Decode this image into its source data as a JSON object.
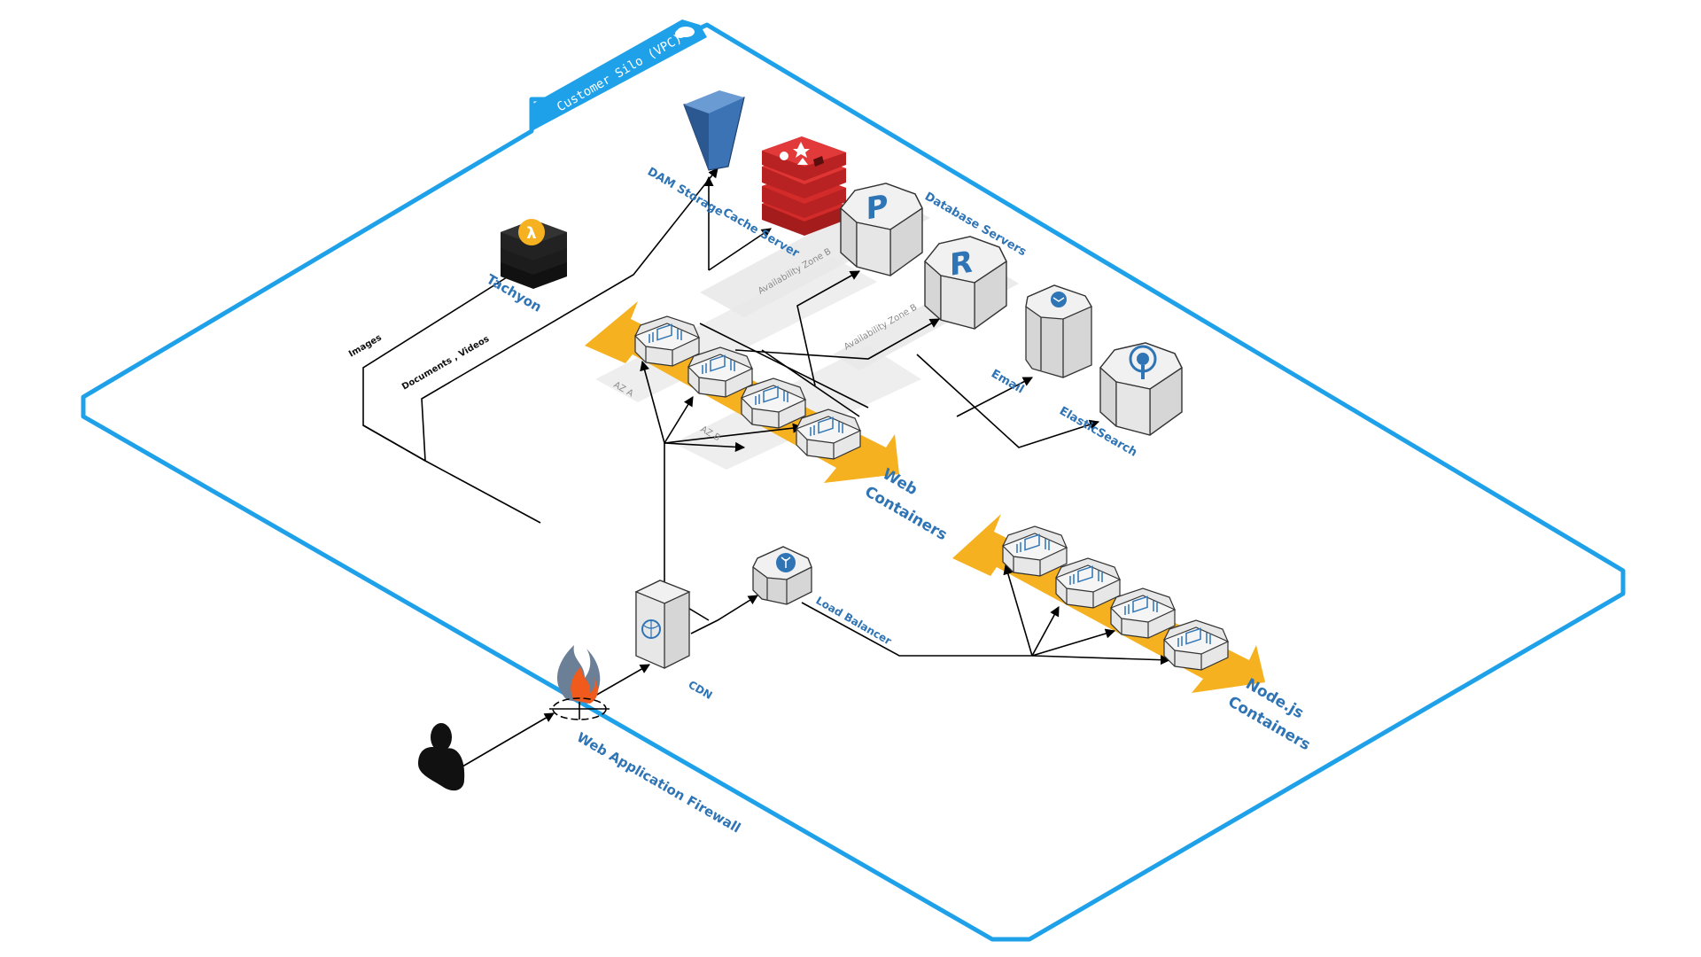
{
  "vpc": {
    "title": "Customer Silo (VPC)",
    "border_color": "#1ea1e8"
  },
  "labels": {
    "dam_storage": "DAM Storage",
    "cache_server": "Cache Server",
    "database_servers": "Database Servers",
    "tachyon": "Tachyon",
    "email": "Email",
    "elasticsearch": "ElasticSearch",
    "az_b_top": "Availability Zone B",
    "az_b_mid": "Availability Zone B",
    "az_a": "AZ A",
    "az_b_small": "AZ B",
    "web_containers_1": "Web",
    "web_containers_2": "Containers",
    "nodejs_containers_1": "Node.js",
    "nodejs_containers_2": "Containers",
    "load_balancer": "Load Balancer",
    "cdn": "CDN",
    "waf": "Web Application Firewall",
    "images": "Images",
    "documents_videos": "Documents , Videos"
  },
  "icons": {
    "postgres_letter": "P",
    "redis_letter": "R",
    "lambda_glyph": "λ"
  },
  "colors": {
    "accent": "#2f74b5",
    "orange": "#f5b120",
    "redis_red": "#d32a2a",
    "s3_blue": "#3c73b5"
  }
}
